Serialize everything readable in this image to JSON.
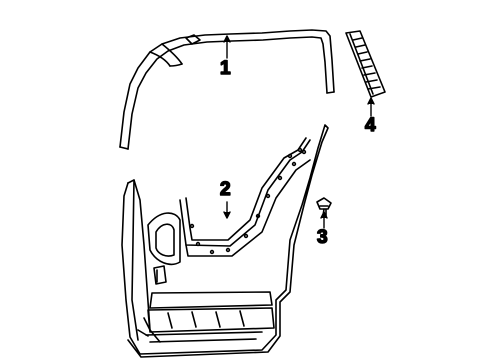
{
  "diagram": {
    "callouts": [
      {
        "id": "part-1",
        "label": "1"
      },
      {
        "id": "part-2",
        "label": "2"
      },
      {
        "id": "part-3",
        "label": "3"
      },
      {
        "id": "part-4",
        "label": "4"
      }
    ]
  },
  "colors": {
    "ink": "#000000",
    "paper": "#ffffff"
  }
}
